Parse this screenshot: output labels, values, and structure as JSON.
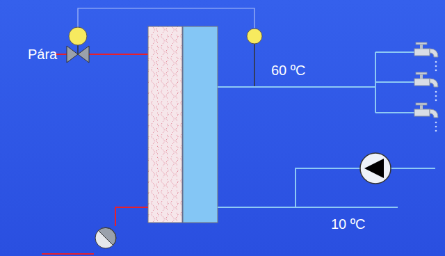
{
  "diagram": {
    "labels": [
      "Pára",
      "60 ºC",
      "10 ºC"
    ]
  }
}
